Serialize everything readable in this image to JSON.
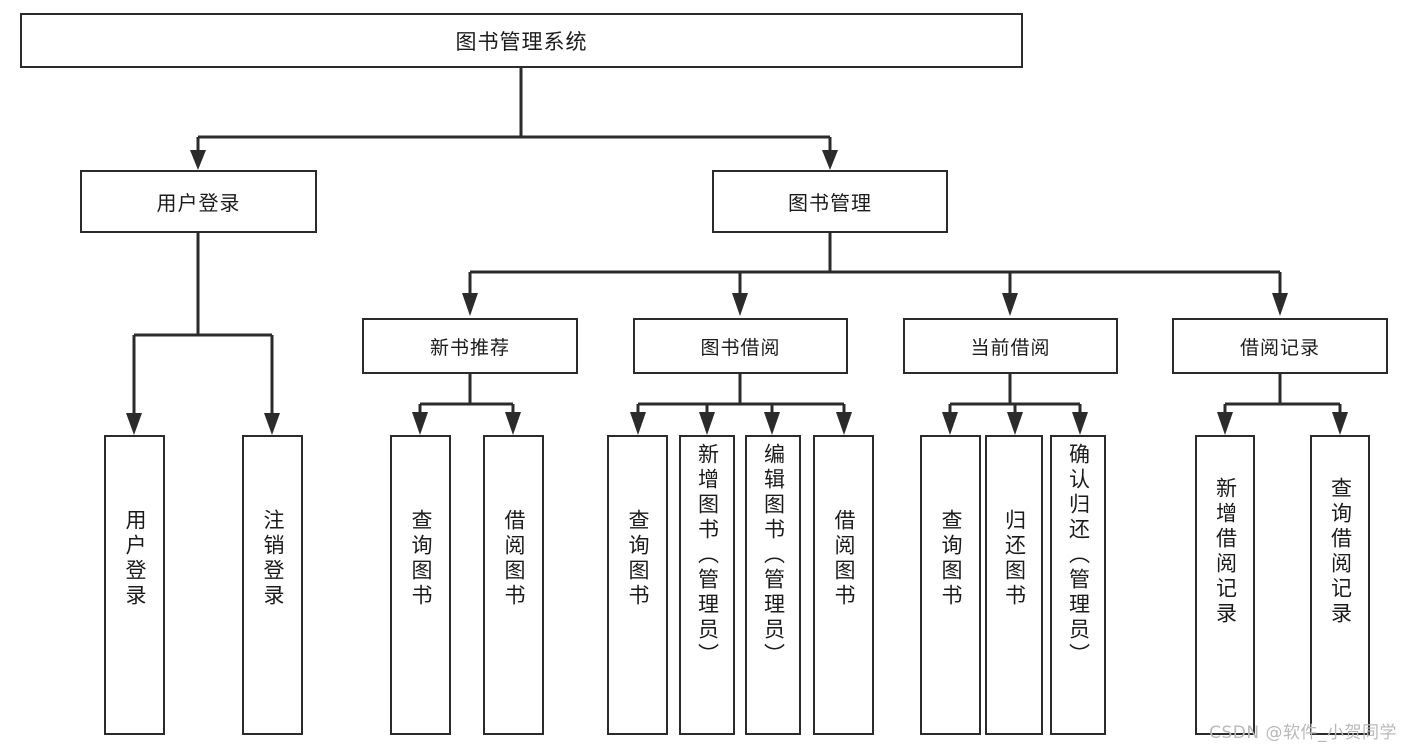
{
  "diagram": {
    "title": "图书管理系统",
    "type": "tree-hierarchy",
    "orientation": "top-down",
    "colors": {
      "stroke": "#2b2b2b",
      "fill": "#ffffff",
      "text": "#1b1b1b",
      "watermark": "#b9b9b9"
    }
  },
  "root": {
    "label": "图书管理系统"
  },
  "level1": [
    {
      "label": "用户登录"
    },
    {
      "label": "图书管理"
    }
  ],
  "level2": [
    {
      "label": "新书推荐"
    },
    {
      "label": "图书借阅"
    },
    {
      "label": "当前借阅"
    },
    {
      "label": "借阅记录"
    }
  ],
  "leaves": {
    "user_login": [
      {
        "label": "用户登录"
      },
      {
        "label": "注销登录"
      }
    ],
    "new_book_recommend": [
      {
        "label": "查询图书"
      },
      {
        "label": "借阅图书"
      }
    ],
    "book_borrow": [
      {
        "label": "查询图书"
      },
      {
        "label": "新增图书（管理员）"
      },
      {
        "label": "编辑图书（管理员）"
      },
      {
        "label": "借阅图书"
      }
    ],
    "current_borrow": [
      {
        "label": "查询图书"
      },
      {
        "label": "归还图书"
      },
      {
        "label": "确认归还（管理员）"
      }
    ],
    "borrow_record": [
      {
        "label": "新增借阅记录"
      },
      {
        "label": "查询借阅记录"
      }
    ]
  },
  "watermark": {
    "text": "CSDN @软件_小贺同学"
  }
}
